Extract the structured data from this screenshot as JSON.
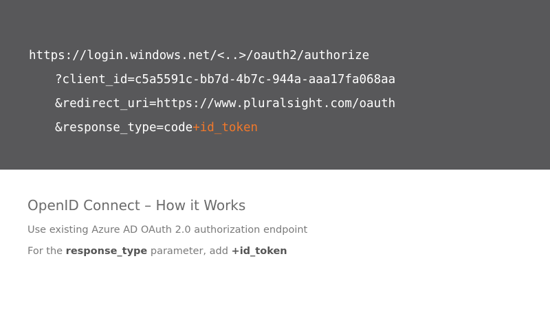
{
  "code": {
    "line1": "https://login.windows.net/<..>/oauth2/authorize",
    "line2": "?client_id=c5a5591c-bb7d-4b7c-944a-aaa17fa068aa",
    "line3": "&redirect_uri=https://www.pluralsight.com/oauth",
    "line4_prefix": "&response_type=code",
    "line4_highlight": "+id_token",
    "highlight_color": "#f0782b"
  },
  "content": {
    "heading": "OpenID Connect – How it Works",
    "bullet1": "Use existing Azure AD OAuth 2.0 authorization endpoint",
    "bullet2": {
      "before": "For the ",
      "bold1": "response_type",
      "middle": " parameter, add ",
      "bold2": "+id_token"
    }
  }
}
